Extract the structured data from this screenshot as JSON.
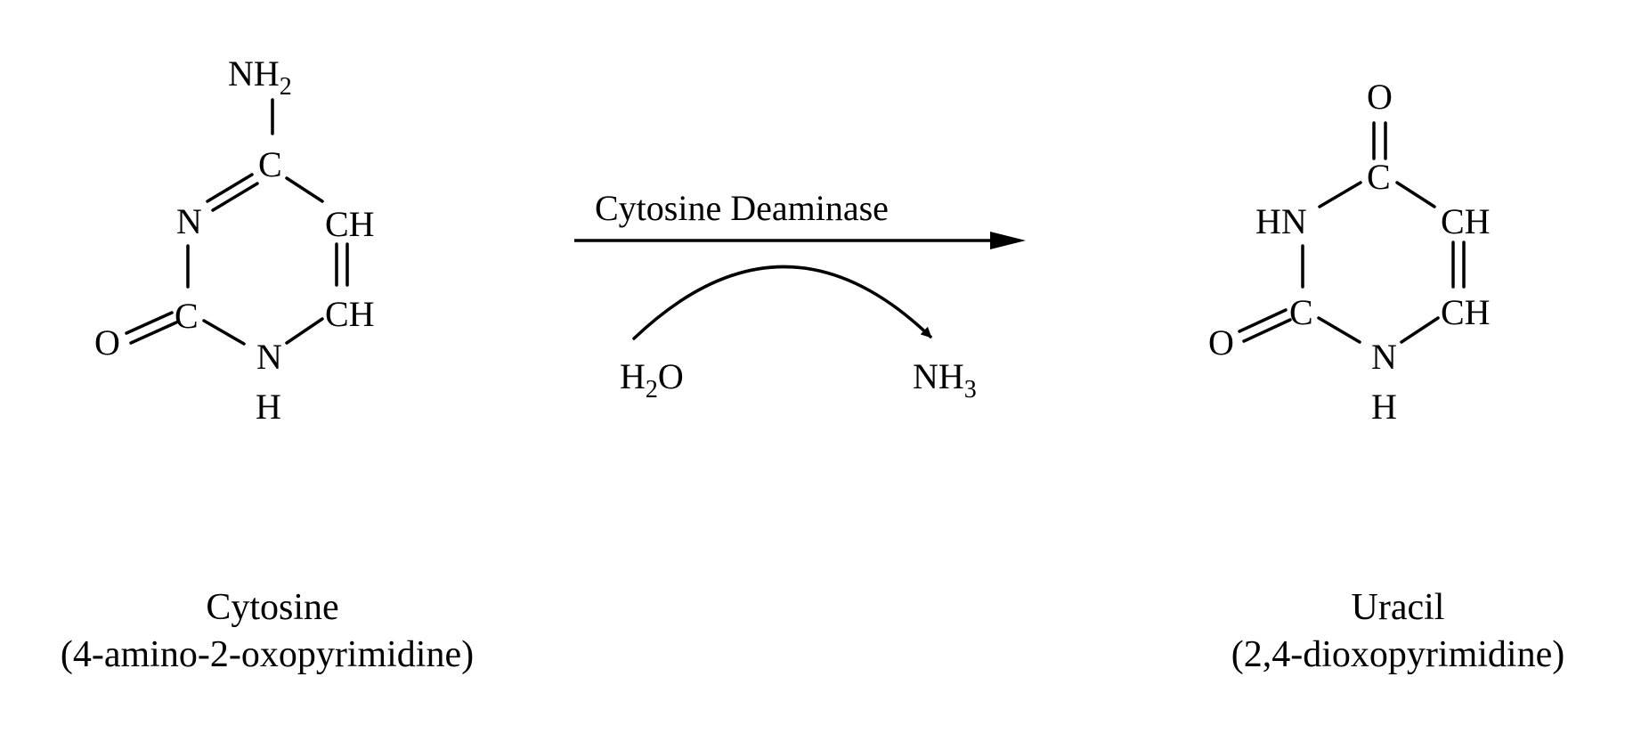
{
  "reaction": {
    "enzyme": "Cytosine Deaminase",
    "reactant_in": {
      "main": "H",
      "sub": "2",
      "tail": "O"
    },
    "product_out": {
      "main": "NH",
      "sub": "3"
    }
  },
  "cytosine": {
    "amino_group": {
      "main": "NH",
      "sub": "2"
    },
    "atoms": {
      "c4": "C",
      "n3": "N",
      "c5": "CH",
      "c6": "CH",
      "c2": "C",
      "o2": "O",
      "n1": "N",
      "h1": "H"
    },
    "name": "Cytosine",
    "systematic_name": "(4-amino-2-oxopyrimidine)"
  },
  "uracil": {
    "atoms": {
      "o4": "O",
      "c4": "C",
      "n3": "HN",
      "c5": "CH",
      "c6": "CH",
      "c2": "C",
      "o2": "O",
      "n1": "N",
      "h1": "H"
    },
    "name": "Uracil",
    "systematic_name": "(2,4-dioxopyrimidine)"
  }
}
